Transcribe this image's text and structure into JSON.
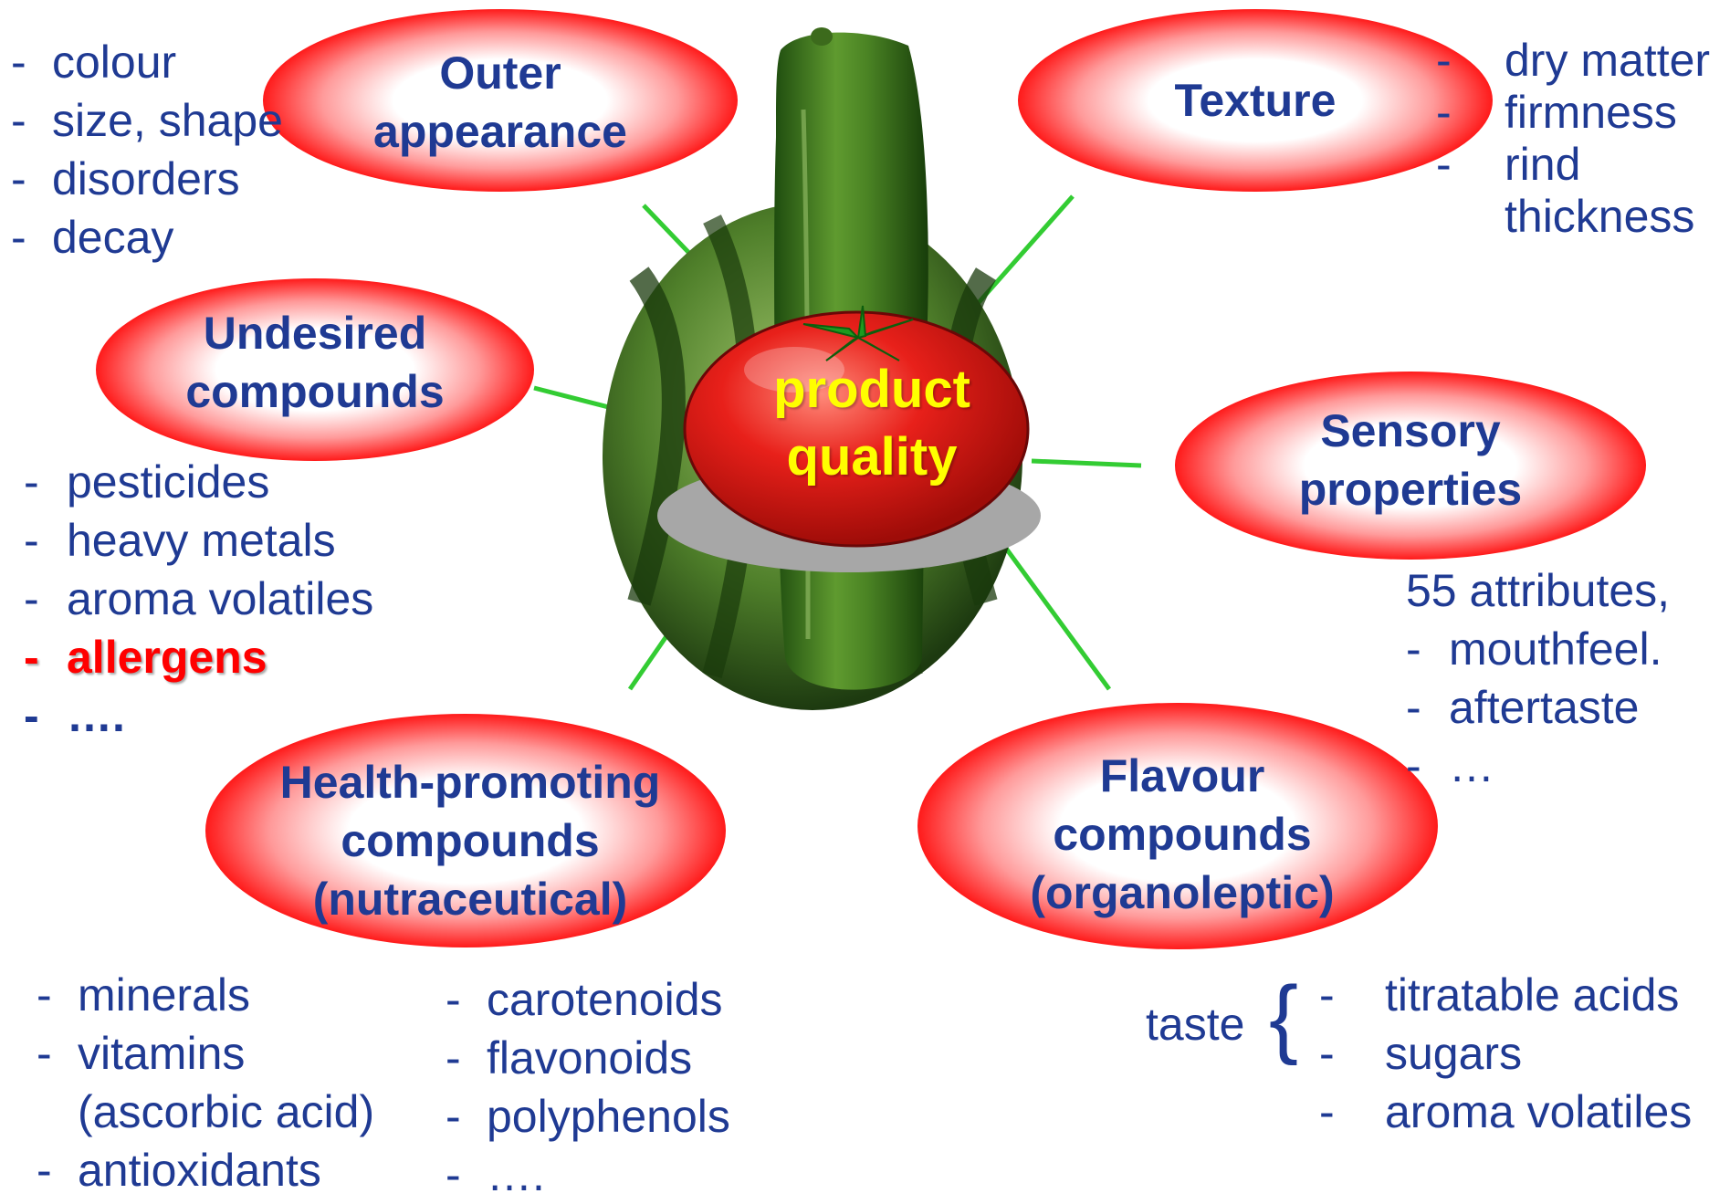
{
  "center": {
    "line1": "product",
    "line2": "quality"
  },
  "bubbles": {
    "outer": {
      "line1": "Outer",
      "line2": "appearance"
    },
    "texture": {
      "line1": "Texture"
    },
    "undesired": {
      "line1": "Undesired",
      "line2": "compounds"
    },
    "sensory": {
      "line1": "Sensory",
      "line2": "properties"
    },
    "health": {
      "line1": "Health-promoting",
      "line2": "compounds",
      "line3": "(nutraceutical)"
    },
    "flavour": {
      "line1": "Flavour",
      "line2": "compounds",
      "line3": "(organoleptic)"
    }
  },
  "lists": {
    "outer": [
      "colour",
      "size, shape",
      "disorders",
      "decay"
    ],
    "texture": [
      "dry matter",
      "firmness",
      "rind",
      "thickness"
    ],
    "undesired": [
      "pesticides",
      "heavy metals",
      "aroma volatiles",
      "allergens",
      "…."
    ],
    "sensory": {
      "intro": "55 attributes,",
      "items": [
        "mouthfeel.",
        "aftertaste",
        "…"
      ]
    },
    "health_left": [
      "minerals",
      "vitamins",
      "(ascorbic acid)",
      "antioxidants"
    ],
    "health_right": [
      "carotenoids",
      "flavonoids",
      "polyphenols",
      "…."
    ],
    "flavour": {
      "taste_label": "taste",
      "brace": "{",
      "items": [
        "titratable acids",
        "sugars",
        "aroma volatiles"
      ]
    }
  },
  "dash": "-",
  "colors": {
    "title_blue": "#1f3a93",
    "connector_green": "#33cc33",
    "center_text": "#ffff00",
    "highlight_red": "#ff0000",
    "bubble_red": "#ff0000"
  }
}
